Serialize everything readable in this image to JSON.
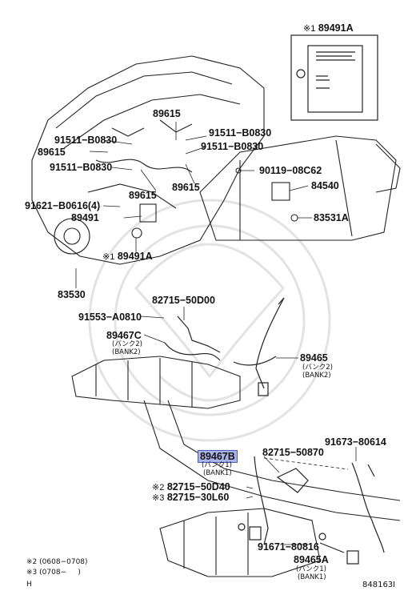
{
  "insert": {
    "mark": "※1",
    "part": "89491A"
  },
  "labels": {
    "p89615_a": "89615",
    "p91511_b0830_a": "91511−B0830",
    "p91511_b0830_b": "91511−B0830",
    "p91511_b0830_c": "91511−B0830",
    "p91511_b0830_d": "91511−B0830",
    "p89615_b": "89615",
    "p89615_c": "89615",
    "p89615_d": "89615",
    "p90119": "90119−08C62",
    "p84540": "84540",
    "p91621": "91621−B0616(4)",
    "p89491": "89491",
    "p83531a": "83531A",
    "p89491a_mark": "※1",
    "p89491a": "89491A",
    "p83530": "83530",
    "p82715_50d00": "82715−50D00",
    "p91553": "91553−A0810",
    "p89467c": "89467C",
    "p89467c_jp": "(バンク2)",
    "p89467c_en": "(BANK2)",
    "p89465": "89465",
    "p89465_jp": "(バンク2)",
    "p89465_en": "(BANK2)",
    "p89467b": "89467B",
    "p89467b_jp": "(バンク1)",
    "p89467b_en": "(BANK1)",
    "p82715_50870": "82715−50870",
    "p91673": "91673−80614",
    "p82715_50d40_mark": "※2",
    "p82715_50d40": "82715−50D40",
    "p82715_30l60_mark": "※3",
    "p82715_30l60": "82715−30L60",
    "p91671": "91671−80816",
    "p89465a": "89465A",
    "p89465a_jp": "(バンク1)",
    "p89465a_en": "(BANK1)"
  },
  "notes": {
    "n2_mark": "※2",
    "n2_text": "(0608−0708)",
    "n3_mark": "※3",
    "n3_text": "(0708−     )",
    "corner": "H"
  },
  "diagram_id": "848163I",
  "colors": {
    "line": "#222222",
    "highlight": "#a9b5e8",
    "watermark": "#e4e4e4"
  }
}
